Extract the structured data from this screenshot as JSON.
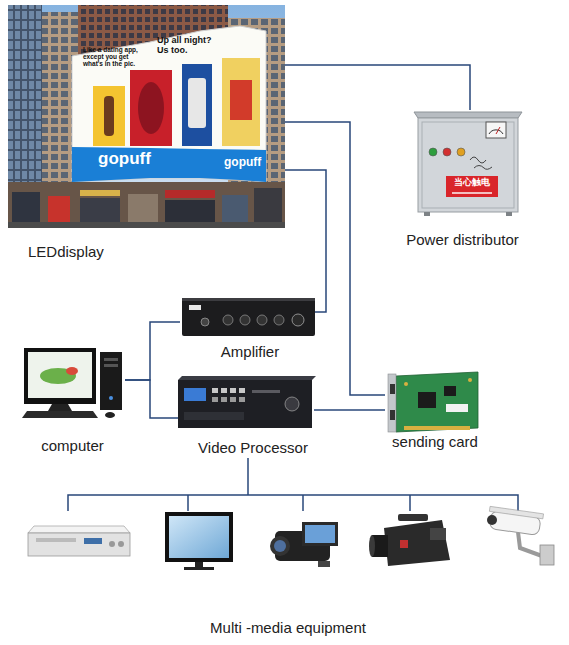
{
  "diagram": {
    "nodes": [
      {
        "text": [
          "LEDdisplay"
        ]
      },
      {
        "text": [
          "Power distributor"
        ]
      },
      {
        "text": [
          "Amplifier"
        ]
      },
      {
        "text": [
          "computer"
        ]
      },
      {
        "text": [
          "Video Processor"
        ]
      },
      {
        "text": [
          "sending card"
        ]
      },
      {
        "text": [
          "Multi -media equipment"
        ]
      }
    ],
    "edges": [
      {
        "from": 0,
        "to": 1,
        "arrow": "none"
      },
      {
        "from": 0,
        "to": 5,
        "arrow": "none"
      },
      {
        "from": 0,
        "to": 2,
        "arrow": "none"
      },
      {
        "from": 3,
        "to": 2,
        "arrow": "none"
      },
      {
        "from": 3,
        "to": 4,
        "arrow": "none"
      },
      {
        "from": 4,
        "to": 5,
        "arrow": "none"
      },
      {
        "from": 4,
        "to": 6,
        "arrow": "none"
      }
    ],
    "labels": [
      "Like a dating app, except you get what's in the pic.",
      "Up all night? Us too.",
      "gopuff",
      "gopuff",
      "当心触电"
    ]
  }
}
